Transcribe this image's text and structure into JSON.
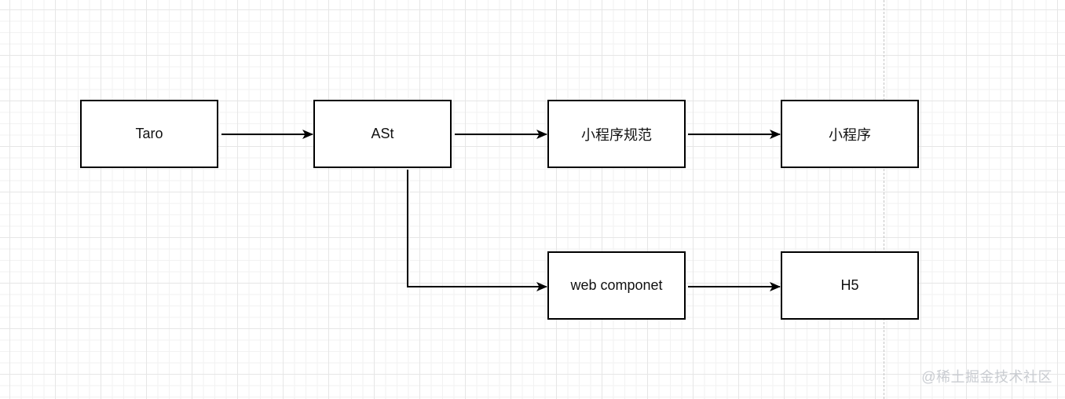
{
  "diagram": {
    "nodes": {
      "taro": "Taro",
      "ast": "ASt",
      "spec": "小程序规范",
      "miniprogram": "小程序",
      "webcomponent": "web componet",
      "h5": "H5"
    },
    "edges": [
      {
        "from": "Taro",
        "to": "ASt"
      },
      {
        "from": "ASt",
        "to": "小程序规范"
      },
      {
        "from": "小程序规范",
        "to": "小程序"
      },
      {
        "from": "ASt",
        "to": "web componet"
      },
      {
        "from": "web componet",
        "to": "H5"
      }
    ]
  },
  "watermark": "@稀土掘金技术社区"
}
